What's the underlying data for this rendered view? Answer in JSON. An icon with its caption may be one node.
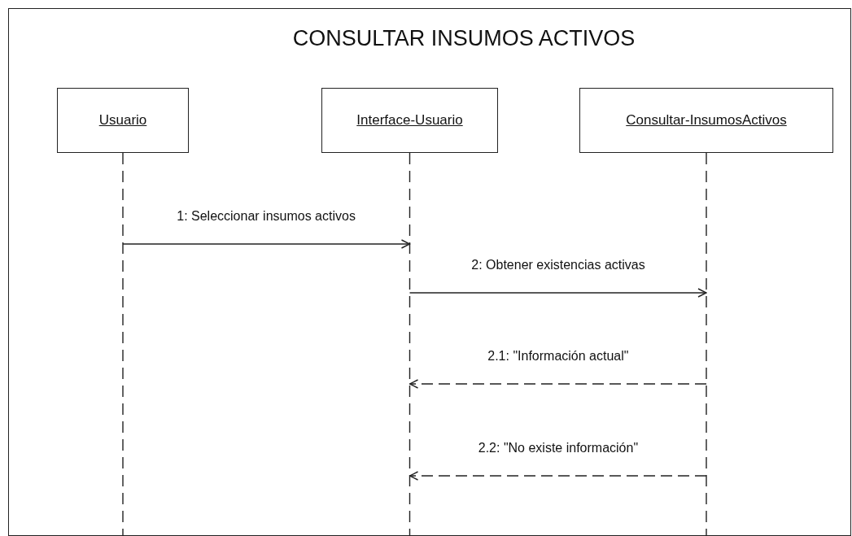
{
  "diagram": {
    "title": "CONSULTAR INSUMOS ACTIVOS",
    "nodes": [
      {
        "text": [
          "Usuario"
        ]
      },
      {
        "text": [
          "Interface-Usuario"
        ]
      },
      {
        "text": [
          "Consultar-InsumosActivos"
        ]
      }
    ],
    "edges": [
      {
        "from": 0,
        "to": 1,
        "arrow": "to",
        "label": "1: Seleccionar insumos activos"
      },
      {
        "from": 1,
        "to": 2,
        "arrow": "to",
        "label": "2: Obtener existencias activas"
      },
      {
        "from": 2,
        "to": 1,
        "arrow": "to",
        "label": "2.1: \"Información actual\"",
        "style": "dashed"
      },
      {
        "from": 2,
        "to": 1,
        "arrow": "to",
        "label": "2.2: \"No existe información\"",
        "style": "dashed"
      }
    ]
  }
}
